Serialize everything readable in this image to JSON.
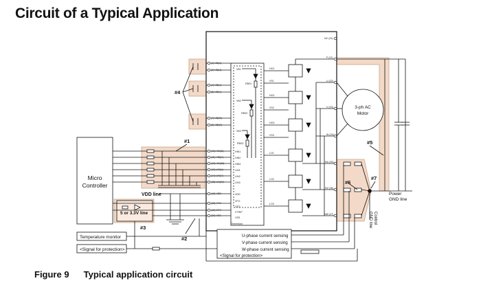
{
  "title": "Circuit of a Typical Application",
  "caption": {
    "number": "Figure 9",
    "text": "Typical application circuit"
  },
  "blocks": {
    "micro_controller": [
      "Micro",
      "Controller"
    ],
    "temperature_monitor": "Temperature monitor",
    "signal_protection_left": "<Signal for protection>",
    "signal_protection_box": "<Signal for protection>",
    "motor": [
      "3-ph AC",
      "Motor"
    ],
    "vdd_line": "VDD line",
    "supply_line": "5 or 3.3V line",
    "power_gnd": [
      "Power",
      "GND line"
    ],
    "control_gnd": [
      "Control",
      "GND line"
    ],
    "current_sensing": [
      "U-phase current sensing",
      "V-phase current sensing",
      "W-phase current sensing"
    ]
  },
  "annotations": [
    "#1",
    "#2",
    "#3",
    "#4",
    "#5",
    "#6",
    "#7"
  ],
  "pins": {
    "left_top": [
      "(1) VB(U)",
      "(2) VB(U)",
      "(4) VB(V)",
      "(5) VB(V)",
      "(7) VB(W)",
      "(8) VB(W)"
    ],
    "left_inputs": [
      "(10) HIN(U)",
      "(11) HIN(V)",
      "(12) HIN(W)",
      "(13) LIN(U)",
      "(14) LIN(V)",
      "(15) LIN(W)"
    ],
    "left_bottom": [
      "(16) VDD",
      "(18) VFO",
      "(19) CFO",
      "(20) VSS"
    ],
    "ic_left": [
      "VB1",
      "VB2",
      "VB3"
    ],
    "ic_resistors": [
      "RBS1",
      "RBS2",
      "RBS3"
    ],
    "ic_inputs": [
      "HIN1",
      "HIN2",
      "HIN3",
      "LIN1",
      "LIN2",
      "LIN3"
    ],
    "ic_lower": [
      "VDD",
      "VFO",
      "CFO",
      "CTRIP",
      "VSS"
    ],
    "thermistor": "Thermistor",
    "ic_gate_high": [
      "HO1",
      "VS1",
      "HO2",
      "VS2",
      "HO3",
      "VS3"
    ],
    "ic_gate_low": [
      "LO1",
      "LO2",
      "LO3"
    ],
    "right": [
      "NC (24)",
      "P (21)",
      "U (22)",
      "V (23)",
      "W (24)",
      "NU (25)",
      "NV (26)",
      "NW (27)"
    ]
  }
}
